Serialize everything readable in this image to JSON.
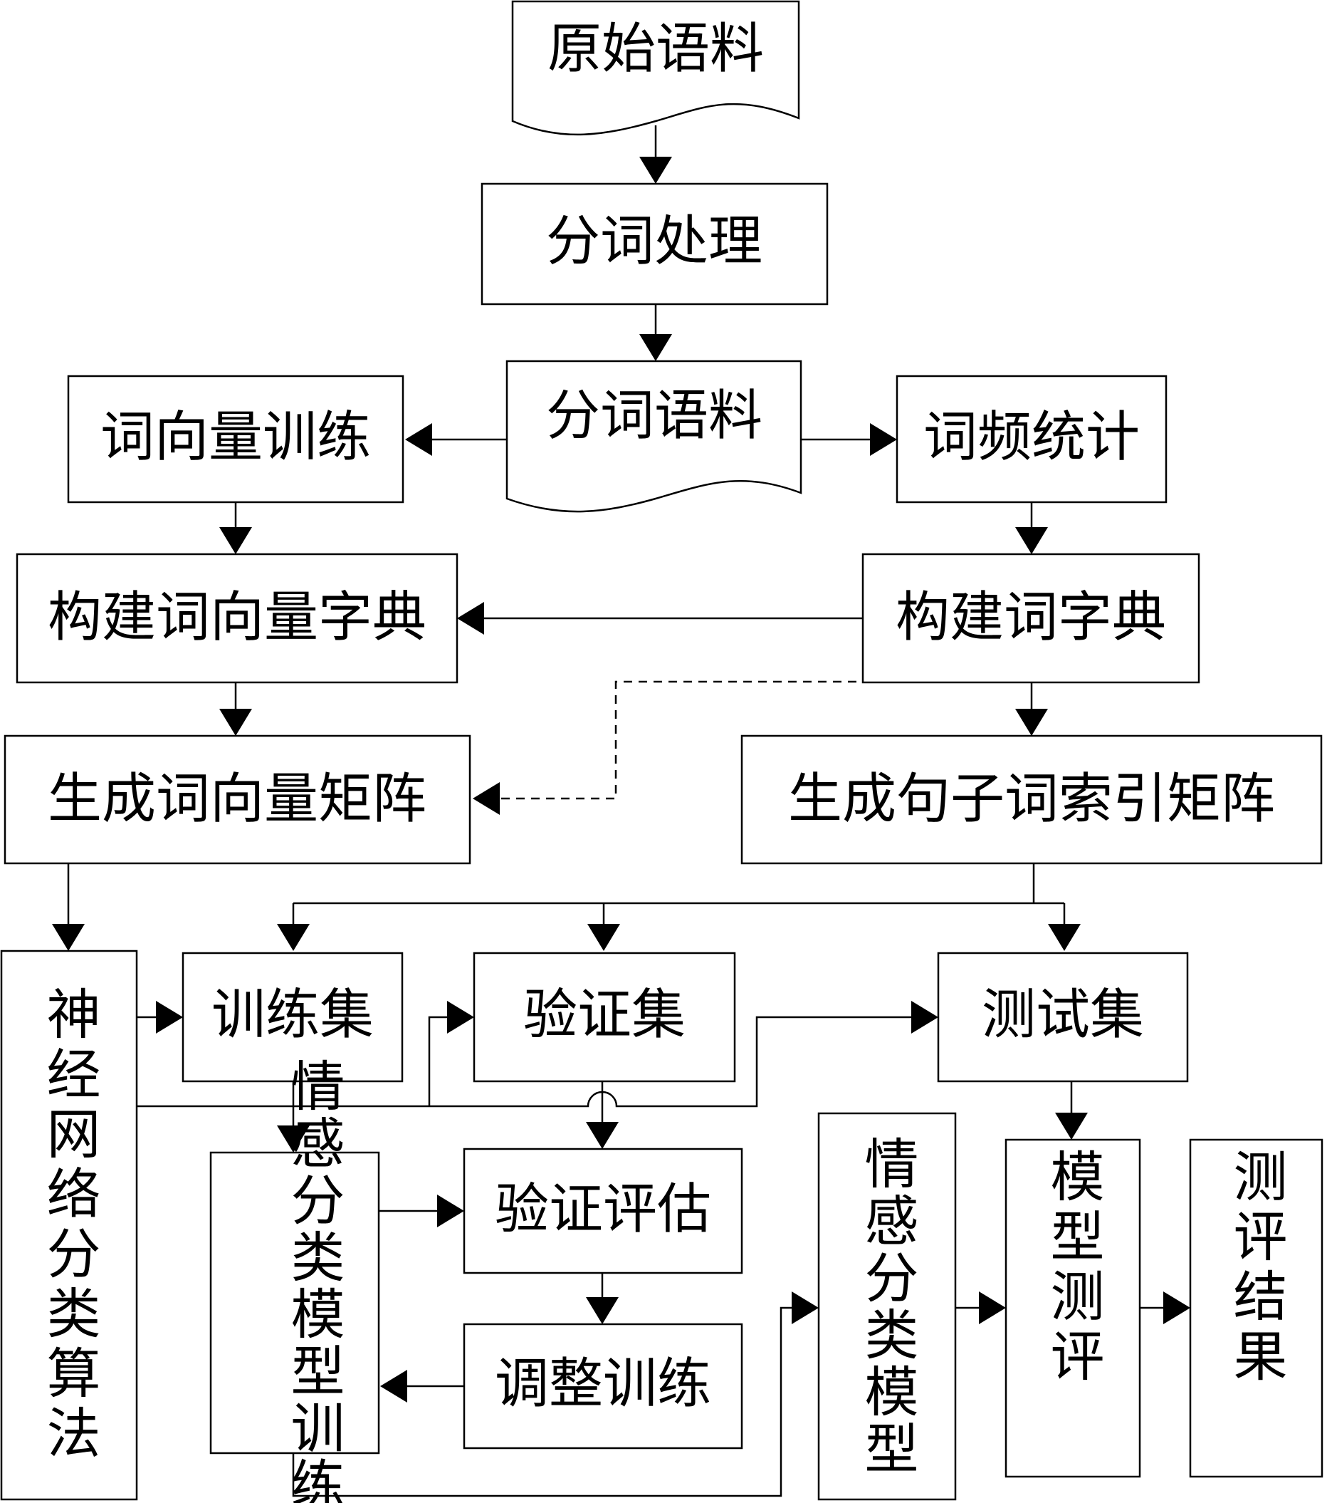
{
  "nodes": {
    "raw_corpus": {
      "label": "原始语料"
    },
    "segmentation": {
      "label": "分词处理"
    },
    "seg_corpus": {
      "label": "分词语料"
    },
    "wv_training": {
      "label": "词向量训练"
    },
    "word_freq": {
      "label": "词频统计"
    },
    "build_wv_dict": {
      "label": "构建词向量字典"
    },
    "build_word_dict": {
      "label": "构建词字典"
    },
    "gen_wv_matrix": {
      "label": "生成词向量矩阵"
    },
    "gen_index_matrix": {
      "label": "生成句子词索引矩阵"
    },
    "nn_algorithm": {
      "label": "神经网络分类算法"
    },
    "training_set": {
      "label": "训练集"
    },
    "validation_set": {
      "label": "验证集"
    },
    "test_set": {
      "label": "测试集"
    },
    "sentiment_training": {
      "label": "情感分类模型训练"
    },
    "val_eval": {
      "label": "验证评估"
    },
    "adjust_training": {
      "label": "调整训练"
    },
    "sentiment_model": {
      "label": "情感分类模型"
    },
    "model_eval": {
      "label": "模型测评"
    },
    "eval_result": {
      "label": "测评结果"
    }
  },
  "edges": [
    {
      "from": "raw_corpus",
      "to": "segmentation",
      "style": "solid"
    },
    {
      "from": "segmentation",
      "to": "seg_corpus",
      "style": "solid"
    },
    {
      "from": "seg_corpus",
      "to": "wv_training",
      "style": "solid"
    },
    {
      "from": "seg_corpus",
      "to": "word_freq",
      "style": "solid"
    },
    {
      "from": "wv_training",
      "to": "build_wv_dict",
      "style": "solid"
    },
    {
      "from": "word_freq",
      "to": "build_word_dict",
      "style": "solid"
    },
    {
      "from": "build_word_dict",
      "to": "build_wv_dict",
      "style": "solid"
    },
    {
      "from": "build_wv_dict",
      "to": "gen_wv_matrix",
      "style": "solid"
    },
    {
      "from": "build_word_dict",
      "to": "gen_wv_matrix",
      "style": "dashed"
    },
    {
      "from": "build_word_dict",
      "to": "gen_index_matrix",
      "style": "solid"
    },
    {
      "from": "gen_wv_matrix",
      "to": "nn_algorithm",
      "style": "solid"
    },
    {
      "from": "gen_index_matrix",
      "to": "training_set",
      "style": "solid"
    },
    {
      "from": "gen_index_matrix",
      "to": "validation_set",
      "style": "solid"
    },
    {
      "from": "gen_index_matrix",
      "to": "test_set",
      "style": "solid"
    },
    {
      "from": "nn_algorithm",
      "to": "training_set",
      "style": "solid"
    },
    {
      "from": "nn_algorithm",
      "to": "validation_set",
      "style": "solid"
    },
    {
      "from": "nn_algorithm",
      "to": "test_set",
      "style": "solid"
    },
    {
      "from": "training_set",
      "to": "sentiment_training",
      "style": "solid"
    },
    {
      "from": "validation_set",
      "to": "val_eval",
      "style": "solid"
    },
    {
      "from": "sentiment_training",
      "to": "val_eval",
      "style": "solid"
    },
    {
      "from": "val_eval",
      "to": "adjust_training",
      "style": "solid"
    },
    {
      "from": "adjust_training",
      "to": "sentiment_training",
      "style": "solid"
    },
    {
      "from": "sentiment_training",
      "to": "sentiment_model",
      "style": "solid"
    },
    {
      "from": "test_set",
      "to": "model_eval",
      "style": "solid"
    },
    {
      "from": "sentiment_model",
      "to": "model_eval",
      "style": "solid"
    },
    {
      "from": "model_eval",
      "to": "eval_result",
      "style": "solid"
    }
  ]
}
